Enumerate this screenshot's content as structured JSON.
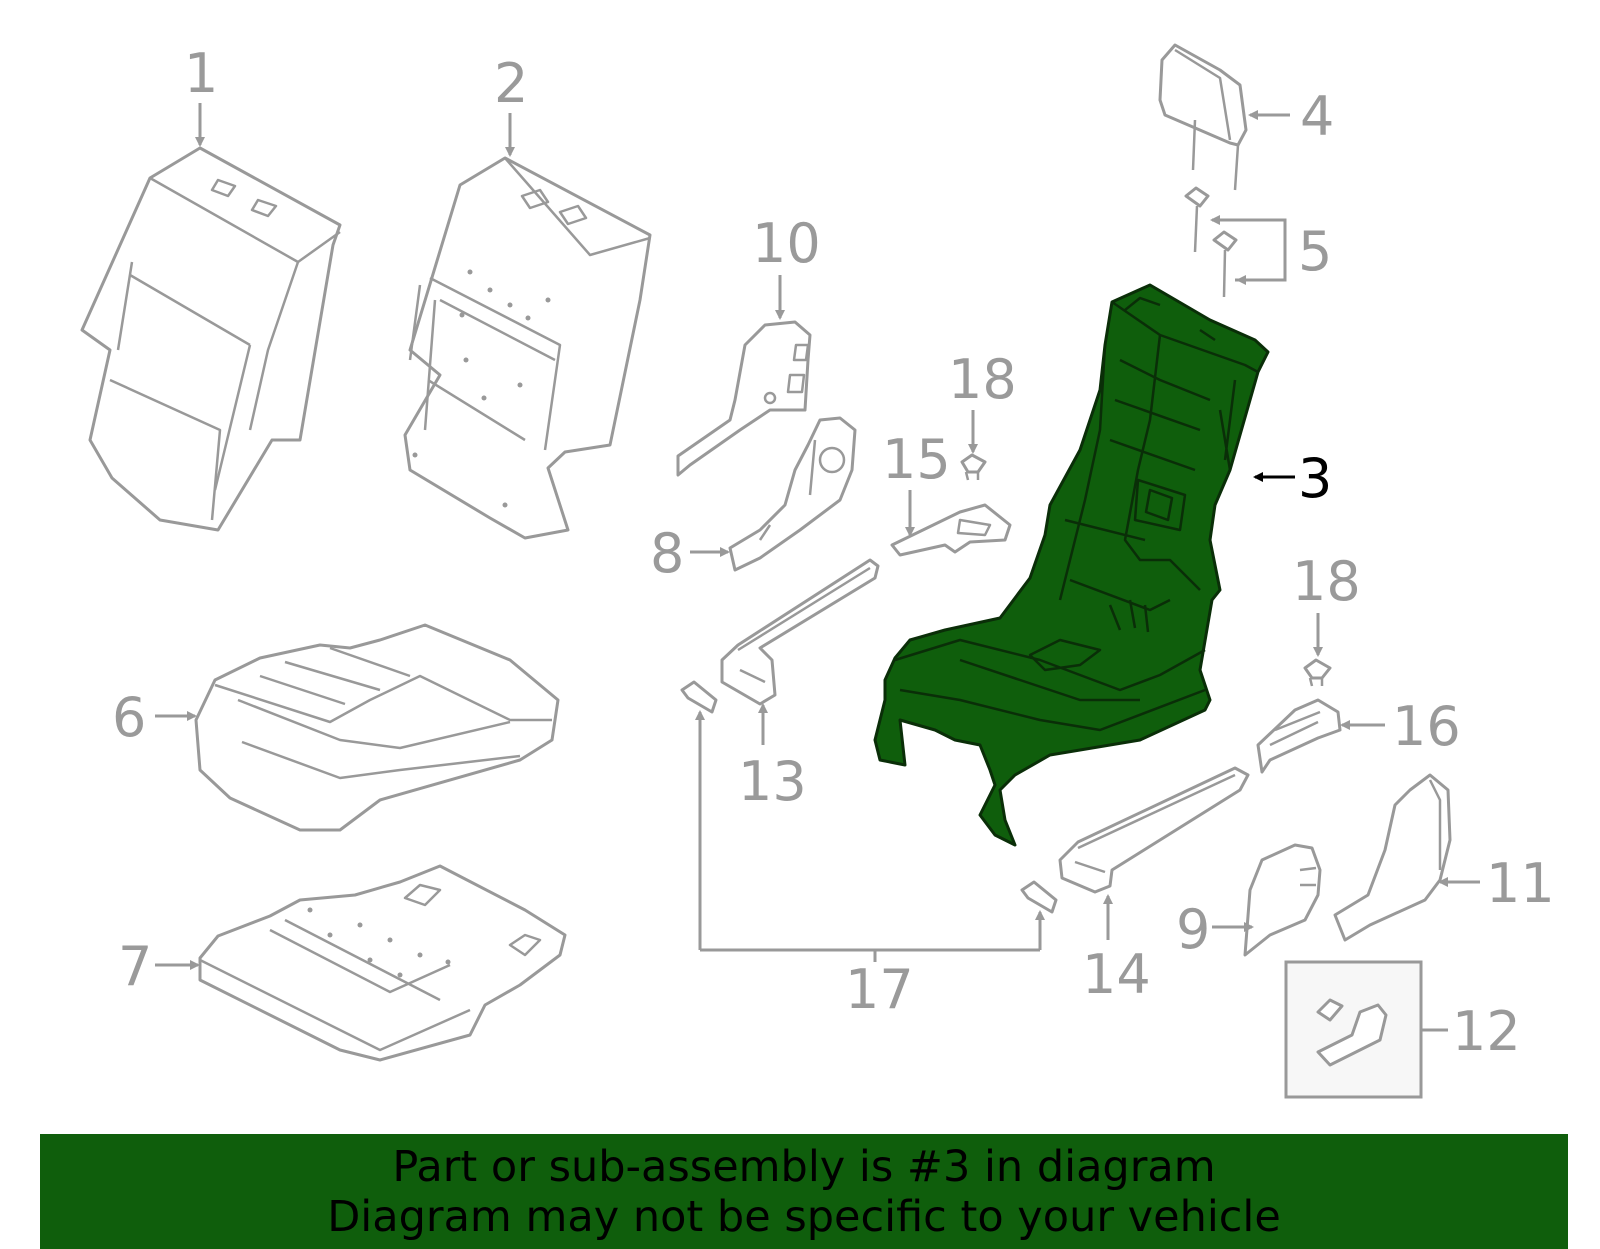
{
  "diagram": {
    "highlighted_part": "3",
    "highlight_color": "#0f5e0c",
    "line_color": "#999999",
    "callouts": [
      "1",
      "2",
      "3",
      "4",
      "5",
      "6",
      "7",
      "8",
      "9",
      "10",
      "11",
      "12",
      "13",
      "14",
      "15",
      "16",
      "17",
      "18",
      "18"
    ]
  },
  "banner": {
    "line1": "Part or sub-assembly is #3 in diagram",
    "line2": "Diagram may not be specific to your vehicle",
    "background": "#0f5e0c"
  }
}
